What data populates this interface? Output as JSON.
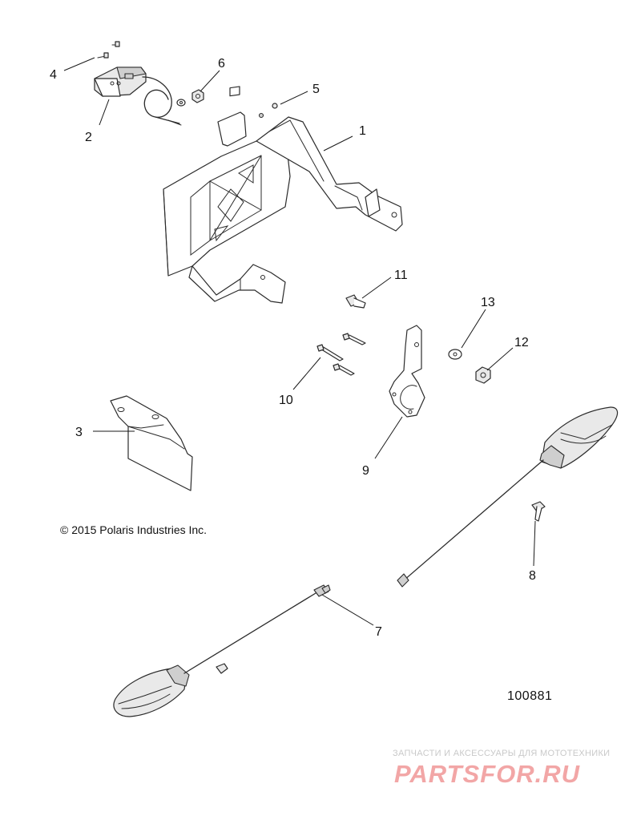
{
  "callouts": [
    {
      "id": "1",
      "text": "1"
    },
    {
      "id": "2",
      "text": "2"
    },
    {
      "id": "3",
      "text": "3"
    },
    {
      "id": "4",
      "text": "4"
    },
    {
      "id": "5",
      "text": "5"
    },
    {
      "id": "6",
      "text": "6"
    },
    {
      "id": "7",
      "text": "7"
    },
    {
      "id": "8",
      "text": "8"
    },
    {
      "id": "9",
      "text": "9"
    },
    {
      "id": "10",
      "text": "10"
    },
    {
      "id": "11",
      "text": "11"
    },
    {
      "id": "12",
      "text": "12"
    },
    {
      "id": "13",
      "text": "13"
    }
  ],
  "copyright": "© 2015 Polaris Industries Inc.",
  "diagram_id": "100881",
  "watermark": {
    "subtitle": "ЗАПЧАСТИ И АКСЕССУАРЫ ДЛЯ МОТОТЕХНИКИ",
    "logo": "PARTSFOR.RU"
  }
}
